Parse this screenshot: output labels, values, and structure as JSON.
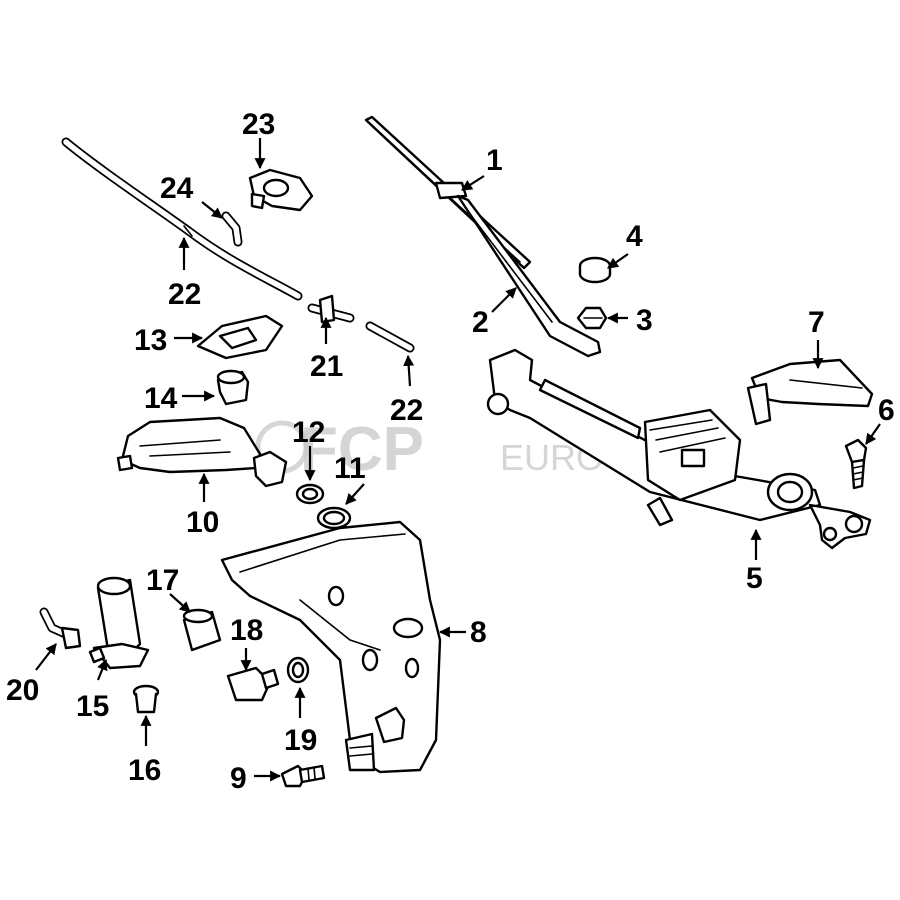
{
  "watermark": {
    "brand": "FCP",
    "suffix": "EURO",
    "color": "#c8c8c8"
  },
  "callouts": {
    "c1": "1",
    "c2": "2",
    "c3": "3",
    "c4": "4",
    "c5": "5",
    "c6": "6",
    "c7": "7",
    "c8": "8",
    "c9": "9",
    "c10": "10",
    "c11": "11",
    "c12": "12",
    "c13": "13",
    "c14": "14",
    "c15": "15",
    "c16": "16",
    "c17": "17",
    "c18": "18",
    "c19": "19",
    "c20": "20",
    "c21": "21",
    "c22a": "22",
    "c22b": "22",
    "c23": "23",
    "c24": "24"
  }
}
